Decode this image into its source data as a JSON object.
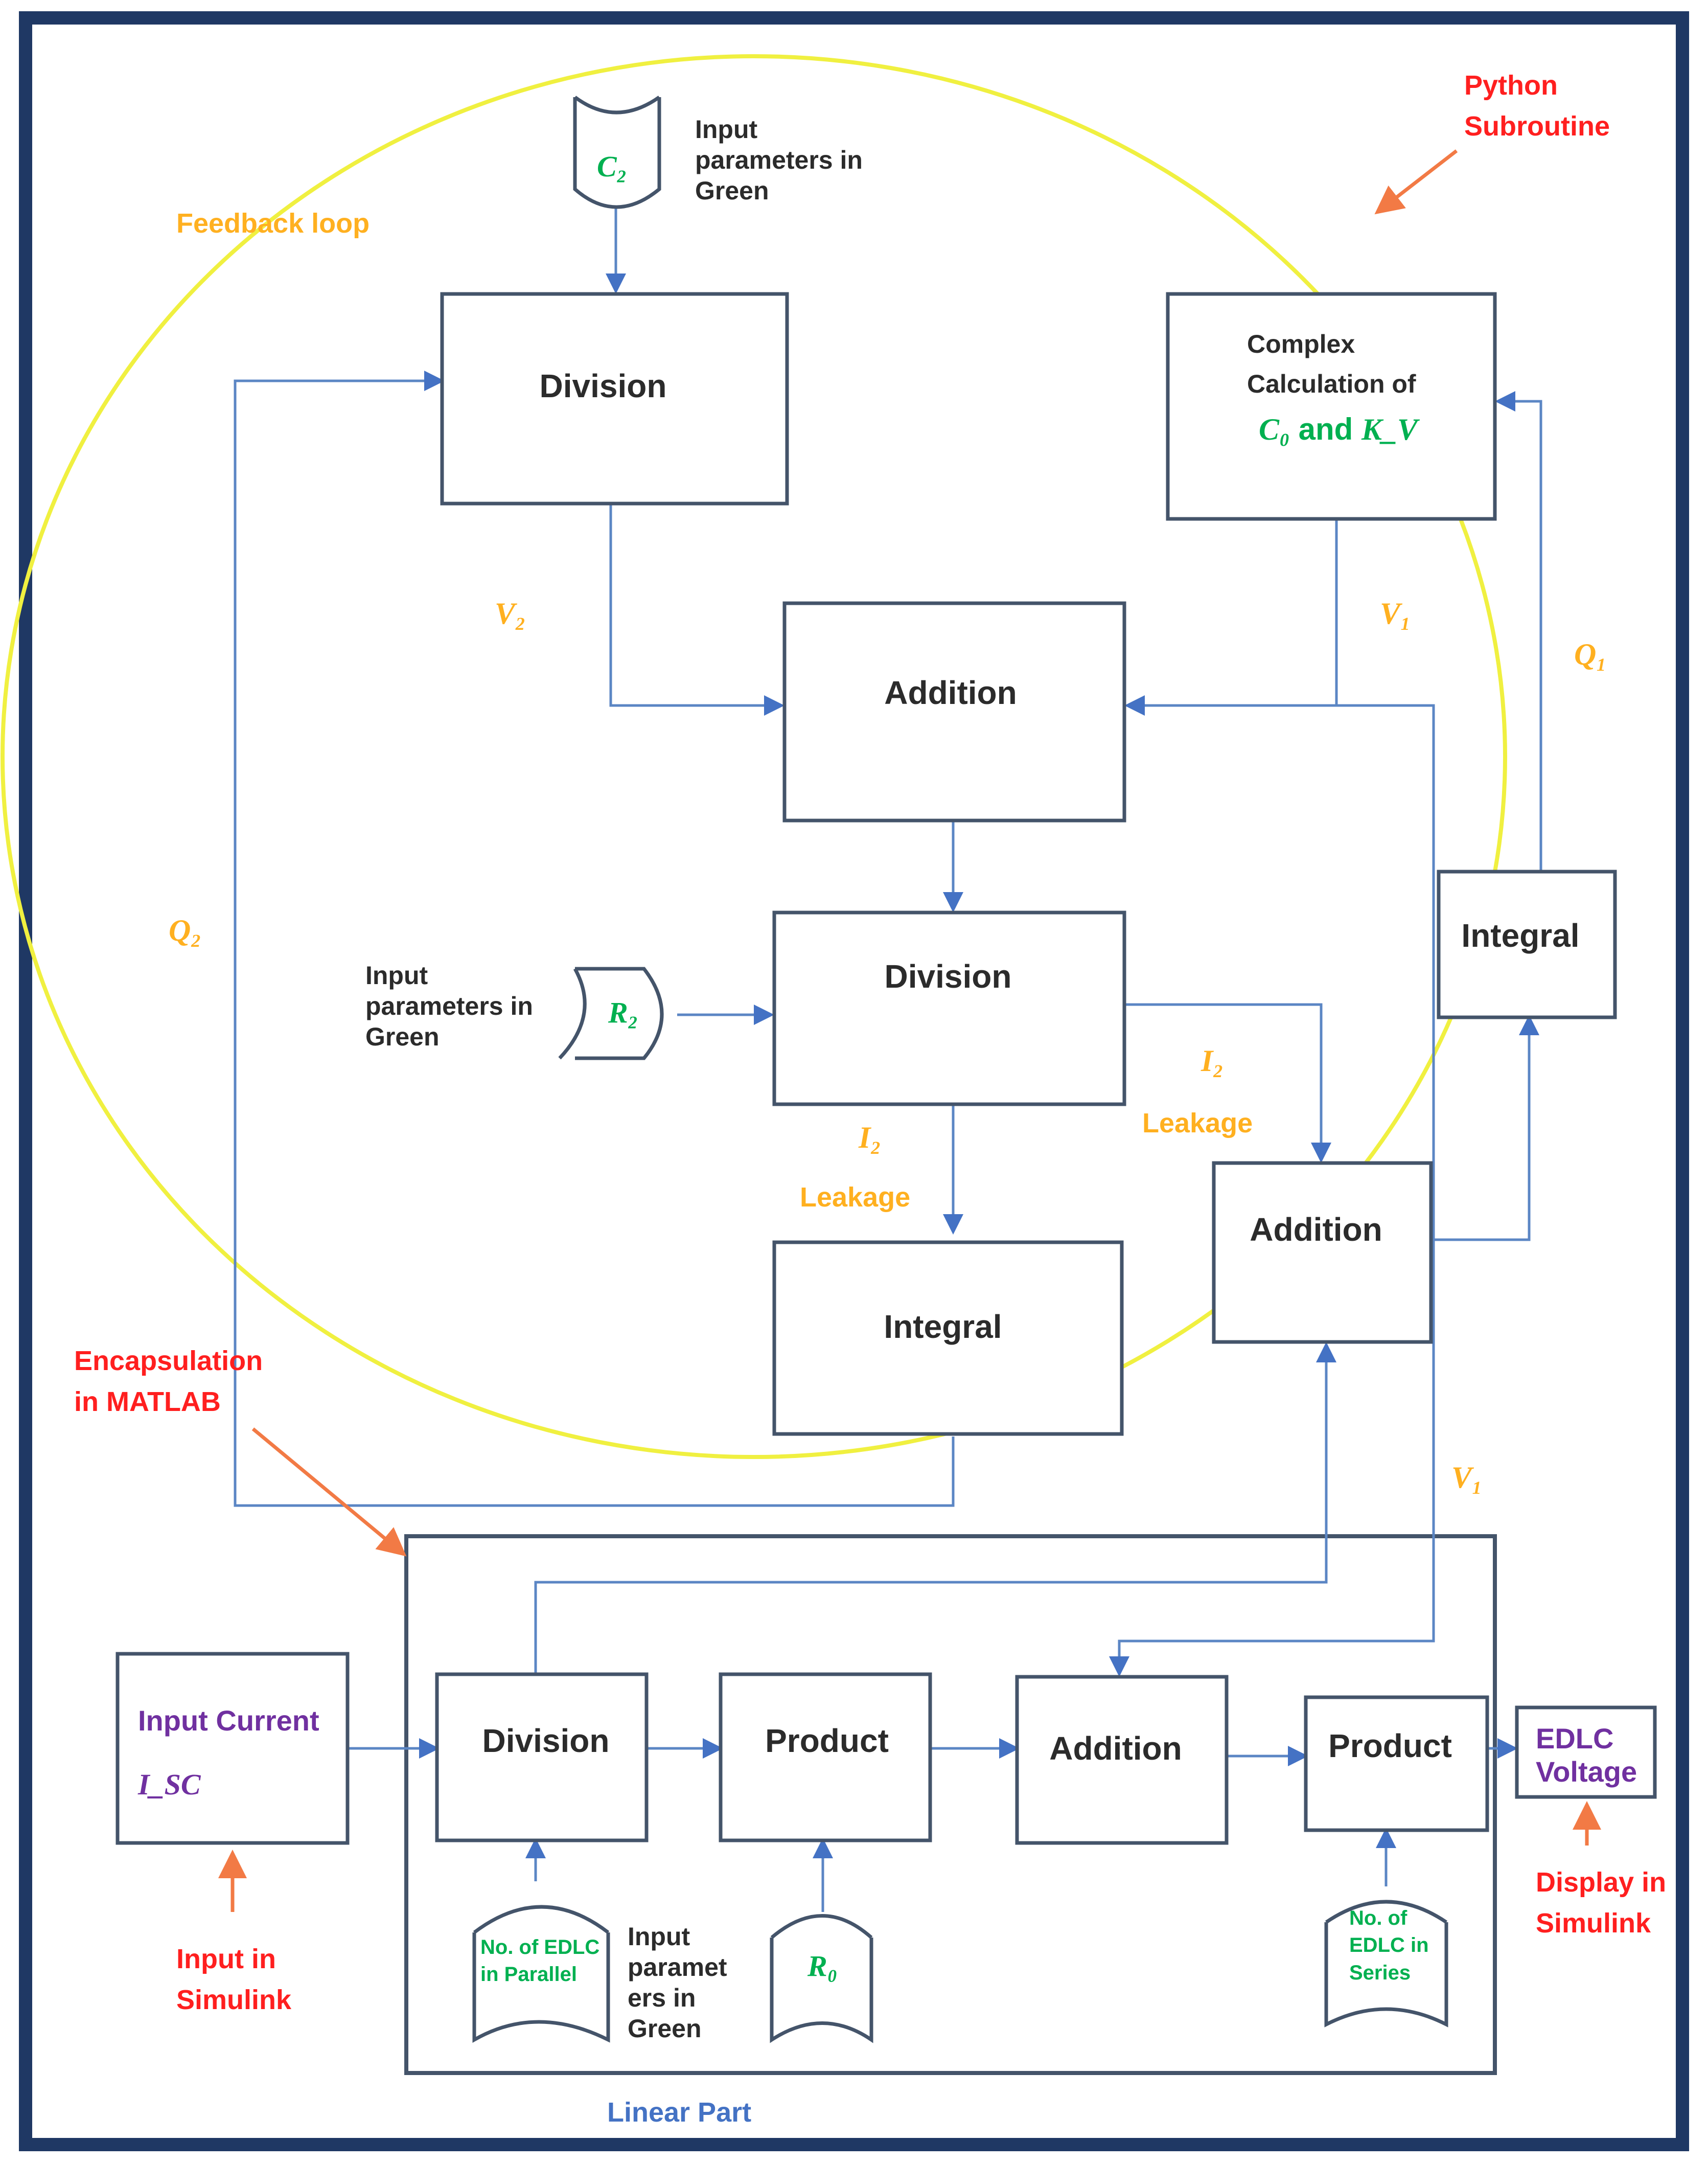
{
  "blocks": {
    "division_top": "Division",
    "complex_line1": "Complex",
    "complex_line2": "Calculation of",
    "complex_c0": "C₀",
    "complex_and": " and ",
    "complex_kv": "K_V",
    "addition_mid": "Addition",
    "division_mid": "Division",
    "integral_right": "Integral",
    "addition_right": "Addition",
    "integral_mid": "Integral",
    "division_bot": "Division",
    "product1": "Product",
    "addition_bot": "Addition",
    "product2": "Product"
  },
  "inputs": {
    "c2": "C₂",
    "r2": "R₂",
    "r0": "R₀",
    "parallel_line1": "No. of EDLC",
    "parallel_line2": "in Parallel",
    "series_line1": "No. of",
    "series_line2": "EDLC in",
    "series_line3": "Series"
  },
  "input_notes": {
    "top": [
      "Input",
      "parameters in",
      "Green"
    ],
    "mid": [
      "Input",
      "parameters in",
      "Green"
    ],
    "bottom": [
      "Input",
      "paramet",
      "ers in",
      "Green"
    ]
  },
  "signals": {
    "v2": "V₂",
    "v1_top": "V₁",
    "q1": "Q₁",
    "q2": "Q₂",
    "i2_right": "I₂",
    "leak_right": "Leakage",
    "i2_mid": "I₂",
    "leak_mid": "Leakage",
    "v1_bottom": "V₁"
  },
  "annotations": {
    "feedback_loop": "Feedback loop",
    "python_line1": "Python",
    "python_line2": "Subroutine",
    "encap_line1": "Encapsulation",
    "encap_line2": "in MATLAB",
    "input_sim_line1": "Input in",
    "input_sim_line2": "Simulink",
    "display_line1": "Display in",
    "display_line2": "Simulink",
    "linear_part": "Linear Part"
  },
  "io": {
    "input_current": "Input Current",
    "isc": "I_SC",
    "edlc_line1": "EDLC",
    "edlc_line2": "Voltage"
  },
  "colors": {
    "frame": "#1f3864",
    "circle": "#f0f040",
    "connector": "#5b86c4",
    "green_param": "#00b050",
    "red_note": "#ff1f1f",
    "orange_label": "#ffb020",
    "purple_io": "#7030a0"
  }
}
